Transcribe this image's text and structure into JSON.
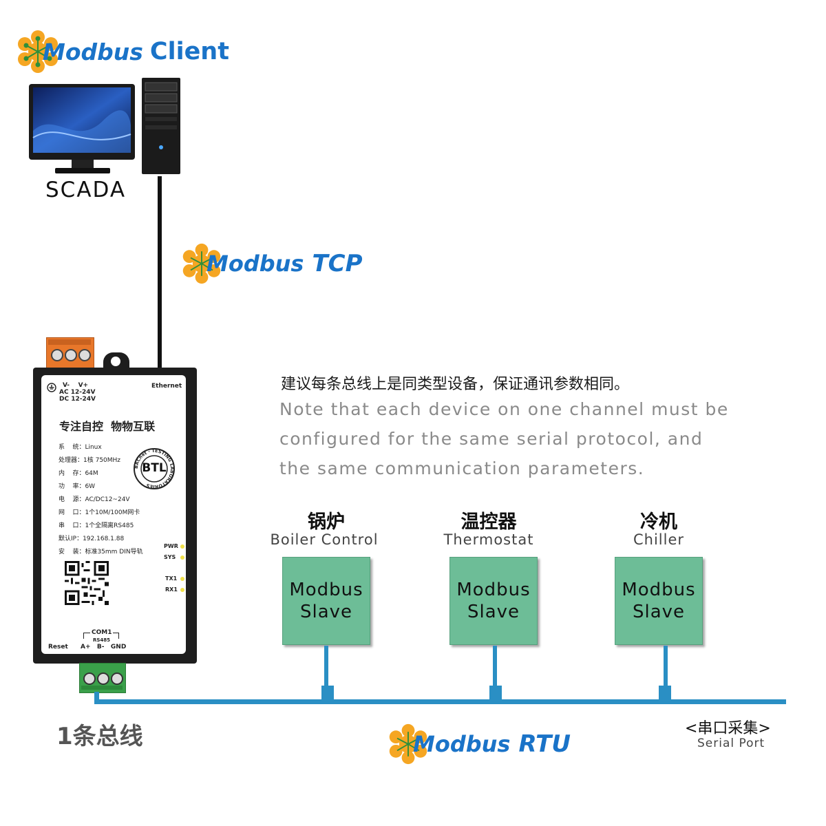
{
  "logos": {
    "modbus_word": "Modbus",
    "client_word": "Client",
    "tcp_word": "TCP",
    "rtu_word": "RTU"
  },
  "scada_label": "SCADA",
  "note": {
    "cn": "建议每条总线上是同类型设备，保证通讯参数相同。",
    "en_line1": "Note that each device on one channel must be",
    "en_line2": "configured for the same serial protocol, and",
    "en_line3": "the same communication parameters."
  },
  "devices": [
    {
      "cn": "锅炉",
      "en": "Boiler Control",
      "slave_line1": "Modbus",
      "slave_line2": "Slave"
    },
    {
      "cn": "温控器",
      "en": "Thermostat",
      "slave_line1": "Modbus",
      "slave_line2": "Slave"
    },
    {
      "cn": "冷机",
      "en": "Chiller",
      "slave_line1": "Modbus",
      "slave_line2": "Slave"
    }
  ],
  "gateway": {
    "power_labels": "V-    V+",
    "ac": "AC 12-24V",
    "dc": "DC 12-24V",
    "ethernet": "Ethernet",
    "title": "专注自控  物物互联",
    "specs": [
      "系    统：Linux",
      "处理器：1核 750MHz",
      "内    存：64M",
      "功    率：6W",
      "电    源：AC/DC12~24V",
      "网    口：1个10M/100M网卡",
      "串    口：1个全隔离RS485",
      "默认IP：192.168.1.88",
      "安    装：标准35mm DIN导轨"
    ],
    "badge_text": "BTL",
    "badge_ring": "BACnet · TESTING LABORATORIES",
    "leds": [
      "PWR",
      "SYS",
      "TX1",
      "RX1"
    ],
    "com1": "COM1",
    "rs485": "RS485",
    "reset": "Reset",
    "pins": "A+   B-   GND"
  },
  "bus_label": "1条总线",
  "serial": {
    "cn": "<串口采集>",
    "en": "Serial Port"
  },
  "colors": {
    "modbus_blue": "#1a73c8",
    "logo_orange": "#f5a623",
    "slave_green": "#6dbd97",
    "bus_blue": "#2a8fc4",
    "terminal_orange": "#e8772a",
    "terminal_green": "#3aa04a"
  }
}
